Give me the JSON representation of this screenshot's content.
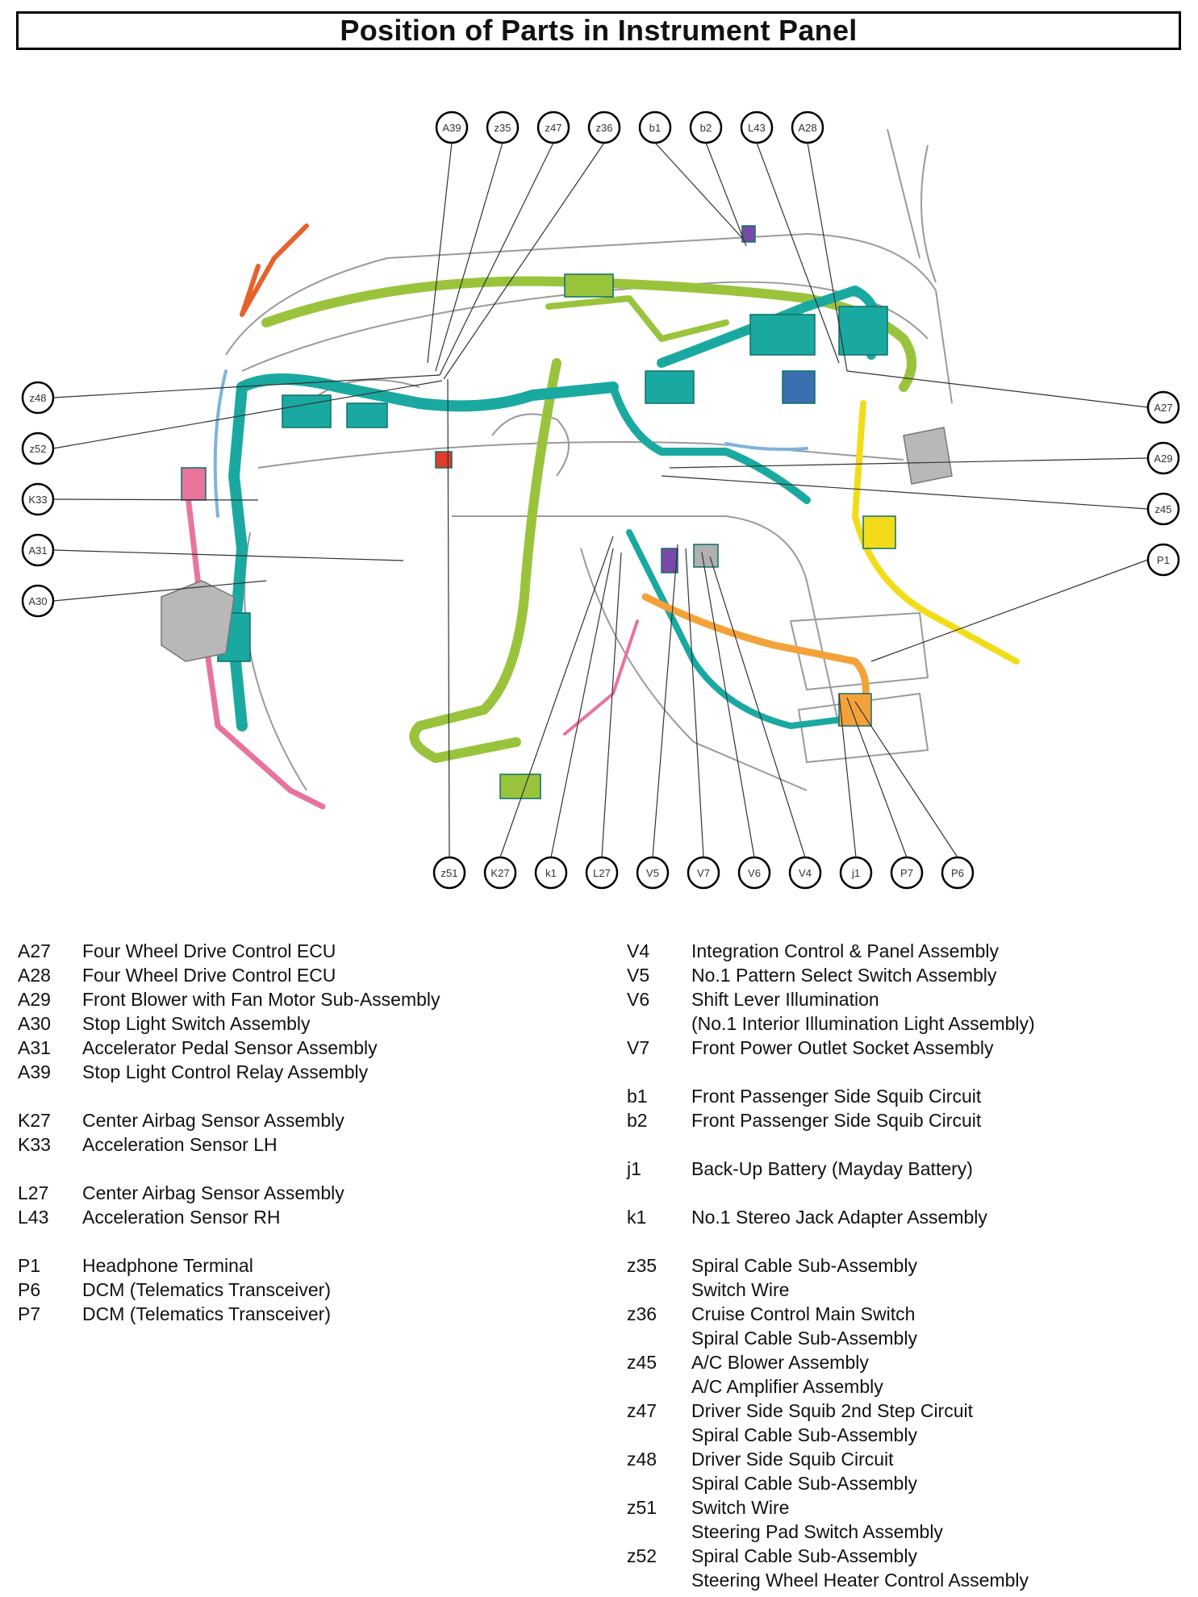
{
  "title": "Position of Parts in Instrument Panel",
  "callouts": {
    "top": [
      "A39",
      "z35",
      "z47",
      "z36",
      "b1",
      "b2",
      "L43",
      "A28"
    ],
    "left": [
      "z48",
      "z52",
      "K33",
      "A31",
      "A30"
    ],
    "right": [
      "A27",
      "A29",
      "z45",
      "P1"
    ],
    "bottom": [
      "z51",
      "K27",
      "k1",
      "L27",
      "V5",
      "V7",
      "V6",
      "V4",
      "j1",
      "P7",
      "P6"
    ]
  },
  "colors": {
    "harness_green": "#9ac33c",
    "harness_teal": "#1aa9a0",
    "harness_yellow": "#f2dc1a",
    "harness_orange": "#f3a23a",
    "harness_pink": "#e8749c",
    "harness_blue": "#7fb3dd",
    "harness_purple": "#7b4aa8",
    "harness_red": "#e23c2a"
  },
  "legend_left": [
    {
      "code": "A27",
      "desc": "Four Wheel Drive Control ECU"
    },
    {
      "code": "A28",
      "desc": "Four Wheel Drive Control ECU"
    },
    {
      "code": "A29",
      "desc": "Front Blower with Fan Motor Sub-Assembly"
    },
    {
      "code": "A30",
      "desc": "Stop Light Switch Assembly"
    },
    {
      "code": "A31",
      "desc": "Accelerator Pedal Sensor Assembly"
    },
    {
      "code": "A39",
      "desc": "Stop Light Control Relay Assembly"
    },
    {
      "code": "",
      "desc": ""
    },
    {
      "code": "K27",
      "desc": "Center Airbag Sensor Assembly"
    },
    {
      "code": "K33",
      "desc": "Acceleration Sensor LH"
    },
    {
      "code": "",
      "desc": ""
    },
    {
      "code": "L27",
      "desc": "Center Airbag Sensor Assembly"
    },
    {
      "code": "L43",
      "desc": "Acceleration Sensor RH"
    },
    {
      "code": "",
      "desc": ""
    },
    {
      "code": "P1",
      "desc": "Headphone Terminal"
    },
    {
      "code": "P6",
      "desc": "DCM (Telematics Transceiver)"
    },
    {
      "code": "P7",
      "desc": "DCM (Telematics Transceiver)"
    }
  ],
  "legend_right": [
    {
      "code": "V4",
      "desc": "Integration Control & Panel Assembly"
    },
    {
      "code": "V5",
      "desc": "No.1 Pattern Select Switch Assembly"
    },
    {
      "code": "V6",
      "desc": "Shift Lever Illumination"
    },
    {
      "code": "",
      "desc": "(No.1 Interior Illumination Light Assembly)"
    },
    {
      "code": "V7",
      "desc": "Front Power Outlet Socket Assembly"
    },
    {
      "code": "",
      "desc": ""
    },
    {
      "code": "b1",
      "desc": "Front Passenger Side Squib Circuit"
    },
    {
      "code": "b2",
      "desc": "Front Passenger Side Squib Circuit"
    },
    {
      "code": "",
      "desc": ""
    },
    {
      "code": "j1",
      "desc": "Back-Up Battery (Mayday Battery)"
    },
    {
      "code": "",
      "desc": ""
    },
    {
      "code": "k1",
      "desc": "No.1 Stereo Jack Adapter Assembly"
    },
    {
      "code": "",
      "desc": ""
    },
    {
      "code": "z35",
      "desc": "Spiral Cable Sub-Assembly"
    },
    {
      "code": "",
      "desc": "Switch Wire"
    },
    {
      "code": "z36",
      "desc": "Cruise Control Main Switch"
    },
    {
      "code": "",
      "desc": "Spiral Cable Sub-Assembly"
    },
    {
      "code": "z45",
      "desc": "A/C Blower Assembly"
    },
    {
      "code": "",
      "desc": "A/C Amplifier Assembly"
    },
    {
      "code": "z47",
      "desc": "Driver Side Squib 2nd Step Circuit"
    },
    {
      "code": "",
      "desc": "Spiral Cable Sub-Assembly"
    },
    {
      "code": "z48",
      "desc": "Driver Side Squib Circuit"
    },
    {
      "code": "",
      "desc": "Spiral Cable Sub-Assembly"
    },
    {
      "code": "z51",
      "desc": "Switch Wire"
    },
    {
      "code": "",
      "desc": "Steering Pad Switch Assembly"
    },
    {
      "code": "z52",
      "desc": "Spiral Cable Sub-Assembly"
    },
    {
      "code": "",
      "desc": "Steering Wheel Heater Control Assembly"
    }
  ]
}
